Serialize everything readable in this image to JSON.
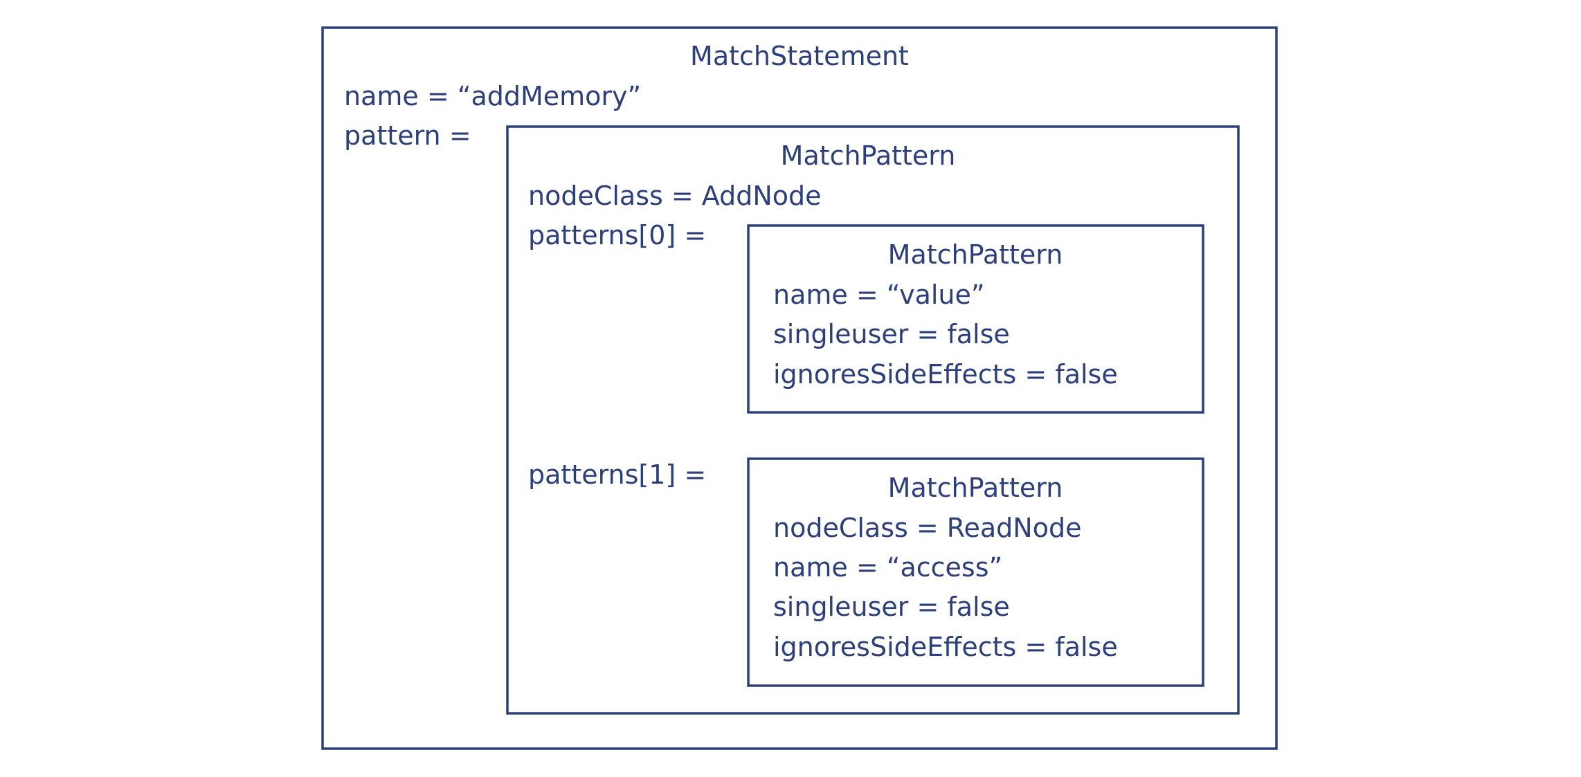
{
  "color": "#2d3f7a",
  "match_statement": {
    "title": "MatchStatement",
    "name_line": "name = “addMemory”",
    "pattern_label": "pattern =",
    "pattern": {
      "title": "MatchPattern",
      "node_class_line": "nodeClass = AddNode",
      "patterns0_label": "patterns[0] =",
      "patterns1_label": "patterns[1] =",
      "patterns": [
        {
          "title": "MatchPattern",
          "lines": [
            "name = “value”",
            "singleuser = false",
            "ignoresSideEffects = false"
          ]
        },
        {
          "title": "MatchPattern",
          "lines": [
            "nodeClass = ReadNode",
            "name = “access”",
            "singleuser = false",
            "ignoresSideEffects = false"
          ]
        }
      ]
    }
  }
}
